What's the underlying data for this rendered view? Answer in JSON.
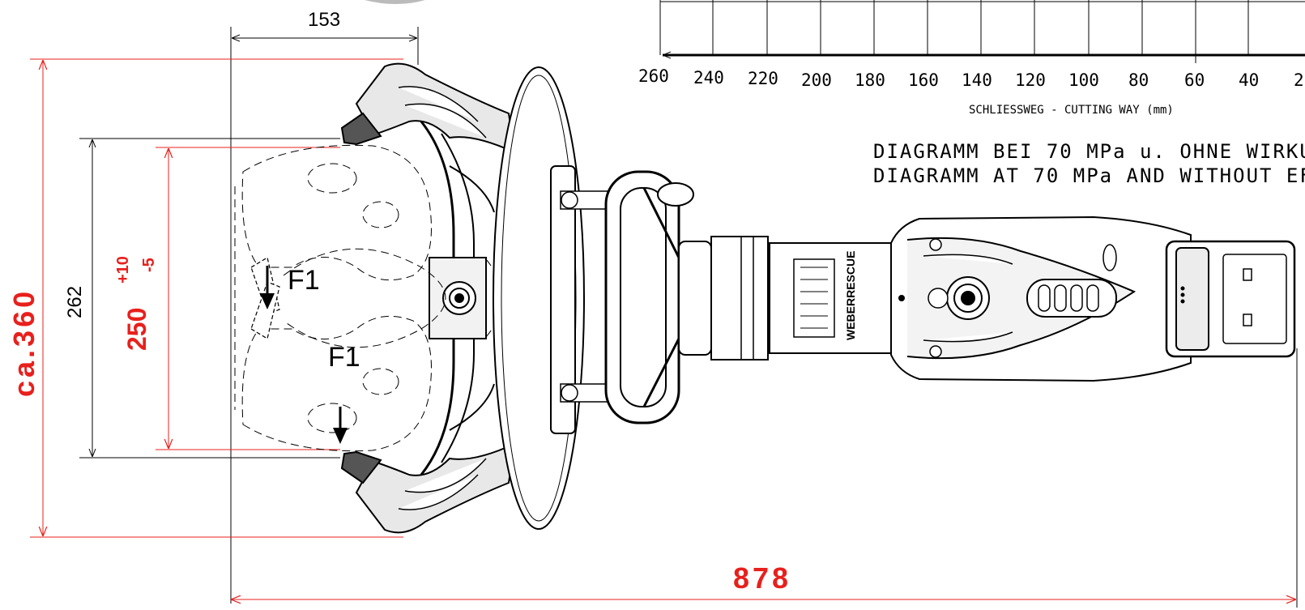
{
  "dimensions": {
    "top_width": "153",
    "outer_height": "ca.360",
    "inner_height": "262",
    "opening": "250",
    "tol_plus": "+10",
    "tol_minus": "-5",
    "overall_length": "878",
    "force_label_top": "F1",
    "force_label_bottom": "F1"
  },
  "diagram": {
    "axis_ticks": [
      "260",
      "240",
      "220",
      "200",
      "180",
      "160",
      "140",
      "120",
      "100",
      "80",
      "60",
      "40",
      "2"
    ],
    "axis_title": "SCHLIESSWEG - CUTTING WAY (mm)",
    "note_de": "DIAGRAMM BEI 70 MPa u. OHNE WIRKU",
    "note_en": "DIAGRAMM AT 70 MPa AND WITHOUT EF"
  },
  "branding": {
    "body_logo": "WEBERRESCUE"
  },
  "colors": {
    "dimension_red": "#e8201c",
    "line_black": "#000000"
  }
}
